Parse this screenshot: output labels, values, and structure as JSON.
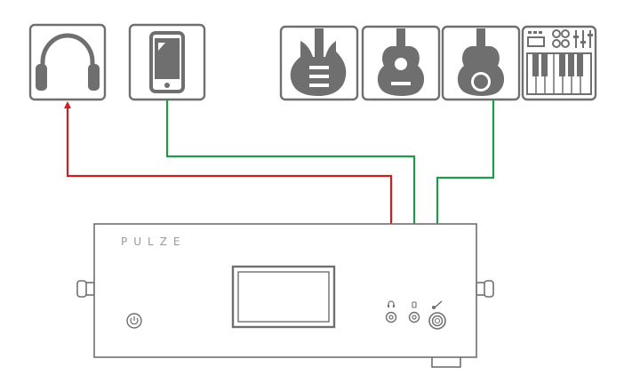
{
  "brand": {
    "logo_text": "PULZE"
  },
  "sources": [
    {
      "id": "headphones",
      "icon": "headphones-icon"
    },
    {
      "id": "phone",
      "icon": "smartphone-icon"
    },
    {
      "id": "electric-guitar",
      "icon": "electric-guitar-icon"
    },
    {
      "id": "acoustic-guitar-1",
      "icon": "acoustic-guitar-icon"
    },
    {
      "id": "acoustic-guitar-2",
      "icon": "acoustic-guitar-soundhole-icon"
    },
    {
      "id": "synth",
      "icon": "synthesizer-keyboard-icon"
    }
  ],
  "connections": [
    {
      "from": "device-headphone-jack",
      "to": "headphones",
      "color": "#cc1f1f",
      "direction": "output"
    },
    {
      "from": "phone",
      "to": "device-phone-jack",
      "color": "#1f9a4b",
      "direction": "input"
    },
    {
      "from": "acoustic-guitar-2",
      "to": "device-instrument-jack",
      "color": "#1f9a4b",
      "direction": "input"
    }
  ],
  "device": {
    "front_panel_icons": [
      "headphone-jack-icon",
      "phone-jack-icon",
      "instrument-jack-icon",
      "power-button-icon"
    ]
  }
}
